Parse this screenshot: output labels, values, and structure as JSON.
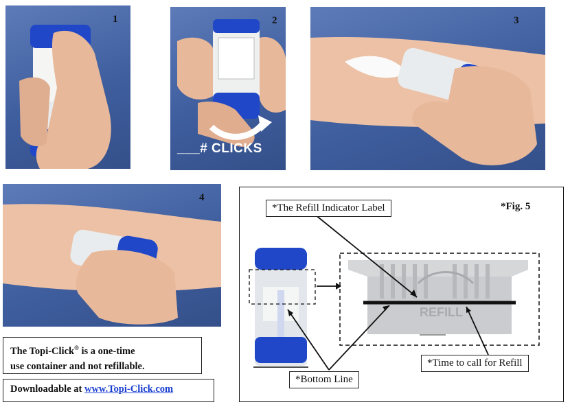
{
  "photos": [
    {
      "number": "1",
      "description": "hand-holding-container"
    },
    {
      "number": "2",
      "description": "twist-base",
      "overlay_text": "___# CLICKS"
    },
    {
      "number": "3",
      "description": "apply-cream-to-arm"
    },
    {
      "number": "4",
      "description": "rub-in-on-arm"
    }
  ],
  "figure5": {
    "title": "*Fig. 5",
    "refill_indicator_label": "*The Refill Indicator Label",
    "bottom_line_label": "*Bottom Line",
    "time_to_call_label": "*Time to call for Refill",
    "refill_text": "REFILL"
  },
  "note": {
    "brand": "The Topi-Click",
    "reg_mark": "®",
    "rest_line1": " is a one-time",
    "line2": "use container and not refillable."
  },
  "download": {
    "prefix": "Downloadable at ",
    "link_text": "www.Topi-Click.com"
  },
  "colors": {
    "photo_background": "#4a68a8",
    "container_blue": "#1f47c8",
    "skin": "#e8b89a",
    "link": "#1a3fd0"
  }
}
